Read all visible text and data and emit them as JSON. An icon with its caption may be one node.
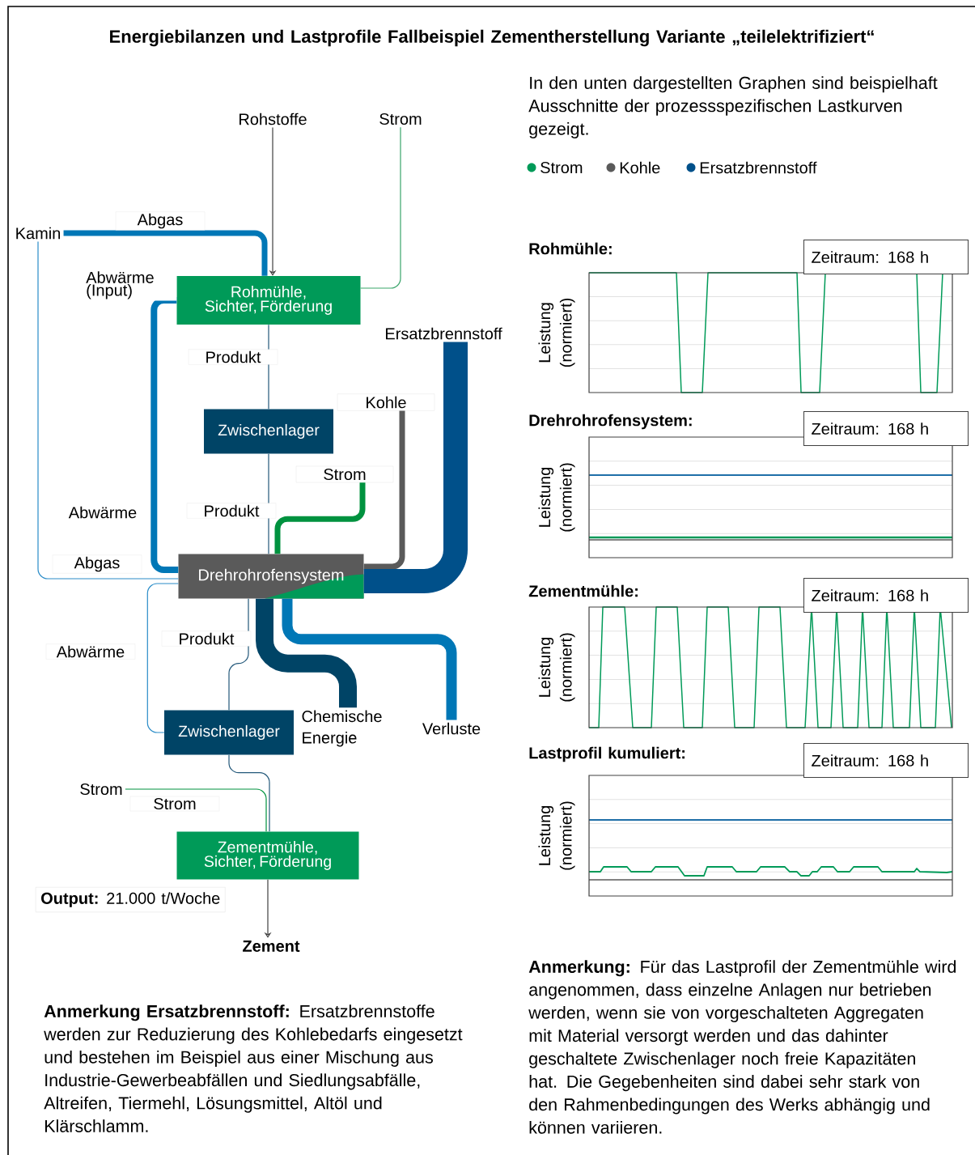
{
  "diagram": {
    "title": "Energiebilanzen und Lastprofile Fallbeispiel Zementherstellung Variante „teilelektrifiziert“",
    "nodes": [
      {
        "text": [
          "Rohstoffe"
        ]
      },
      {
        "text": [
          "Strom"
        ]
      },
      {
        "text": [
          "Kamin"
        ]
      },
      {
        "text": [
          "Rohmühle, Sichter, Förderung"
        ]
      },
      {
        "text": [
          "Zwischenlager"
        ]
      },
      {
        "text": [
          "Ersatzbrennstoff"
        ]
      },
      {
        "text": [
          "Kohle"
        ]
      },
      {
        "text": [
          "Strom"
        ]
      },
      {
        "text": [
          "Drehrohrofensystem"
        ]
      },
      {
        "text": [
          "Chemische Energie"
        ]
      },
      {
        "text": [
          "Verluste"
        ]
      },
      {
        "text": [
          "Zwischenlager"
        ]
      },
      {
        "text": [
          "Strom"
        ]
      },
      {
        "text": [
          "Zementmühle, Sichter, Förderung"
        ]
      },
      {
        "text": [
          "Zement"
        ]
      }
    ],
    "edges": [
      {
        "from": 0,
        "to": 3,
        "arrow": "to"
      },
      {
        "from": 1,
        "to": 3,
        "arrow": "none",
        "color": "#3aa56b"
      },
      {
        "from": 2,
        "to": 3,
        "arrow": "none",
        "label": "Abgas",
        "style": "thick",
        "color": "#0077b6"
      },
      {
        "from": 8,
        "to": 2,
        "arrow": "none",
        "label": "Abgas",
        "color": "#2a8cc8"
      },
      {
        "from": 8,
        "to": 3,
        "arrow": "none",
        "label": "Abwärme (Input)",
        "style": "thick",
        "color": "#0077b6"
      },
      {
        "from": 3,
        "to": 4,
        "arrow": "none",
        "label": "Produkt",
        "color": "#23587a"
      },
      {
        "from": 4,
        "to": 8,
        "arrow": "none",
        "label": "Produkt",
        "color": "#23587a"
      },
      {
        "from": 7,
        "to": 8,
        "arrow": "none",
        "style": "thick",
        "color": "#00923f"
      },
      {
        "from": 6,
        "to": 8,
        "arrow": "none",
        "style": "thick",
        "color": "#5a5a5a"
      },
      {
        "from": 5,
        "to": 8,
        "arrow": "none",
        "style": "thick",
        "color": "#00508a"
      },
      {
        "from": 8,
        "to": 9,
        "arrow": "none",
        "style": "thick",
        "color": "#004466"
      },
      {
        "from": 8,
        "to": 10,
        "arrow": "none",
        "style": "thick",
        "color": "#0077b6"
      },
      {
        "from": 8,
        "to": 11,
        "arrow": "none",
        "label": "Produkt",
        "color": "#23587a"
      },
      {
        "from": 8,
        "to": 11,
        "arrow": "none",
        "label": "Abwärme",
        "color": "#2a8cc8"
      },
      {
        "from": 11,
        "to": 13,
        "arrow": "none",
        "color": "#23587a"
      },
      {
        "from": 12,
        "to": 13,
        "arrow": "none",
        "label": "Strom",
        "color": "#00923f"
      },
      {
        "from": 13,
        "to": 14,
        "arrow": "to"
      }
    ],
    "labels": [
      "Abwärme",
      "**Output:** 21.000 t/Woche",
      "In den unten dargestellten Graphen sind beispielhaft Ausschnitte der prozessspezifischen Lastkurven gezeigt.",
      "Rohmühle:",
      "Zeitraum: 168 h",
      "Leistung (normiert)",
      "Drehrohrofensystem:",
      "Zeitraum: 168 h",
      "Leistung (normiert)",
      "Zementmühle:",
      "Zeitraum: 168 h",
      "Leistung (normiert)",
      "Lastprofil kumuliert:",
      "Zeitraum: 168 h",
      "Leistung (normiert)",
      "**Anmerkung:** Für das Lastprofil der Zementmühle wird angenommen, dass einzelne Anlagen nur betrieben werden, wenn sie von vorgeschalteten Aggregaten mit Material versorgt werden und das dahinter geschaltete Zwischenlager noch freie Kapazitäten hat. Die Gegebenheiten sind dabei sehr stark von den Rahmenbedingungen des Werks abhängig und können variieren.",
      "**Anmerkung Ersatzbrennstoff:** Ersatzbrennstoffe werden zur Reduzierung des Kohlebedarfs eingesetzt und bestehen im Beispiel aus einer Mischung aus Industrie-Gewerbeabfällen und Siedlungsabfälle, Altreifen, Tiermehl, Lösungsmittel, Altöl und Klärschlamm."
    ],
    "legend": [
      {
        "text": "Strom",
        "color": "#009a58"
      },
      {
        "text": "Kohle",
        "color": "#5a5a5a"
      },
      {
        "text": "Ersatzbrennstoff",
        "color": "#00508a"
      }
    ]
  }
}
